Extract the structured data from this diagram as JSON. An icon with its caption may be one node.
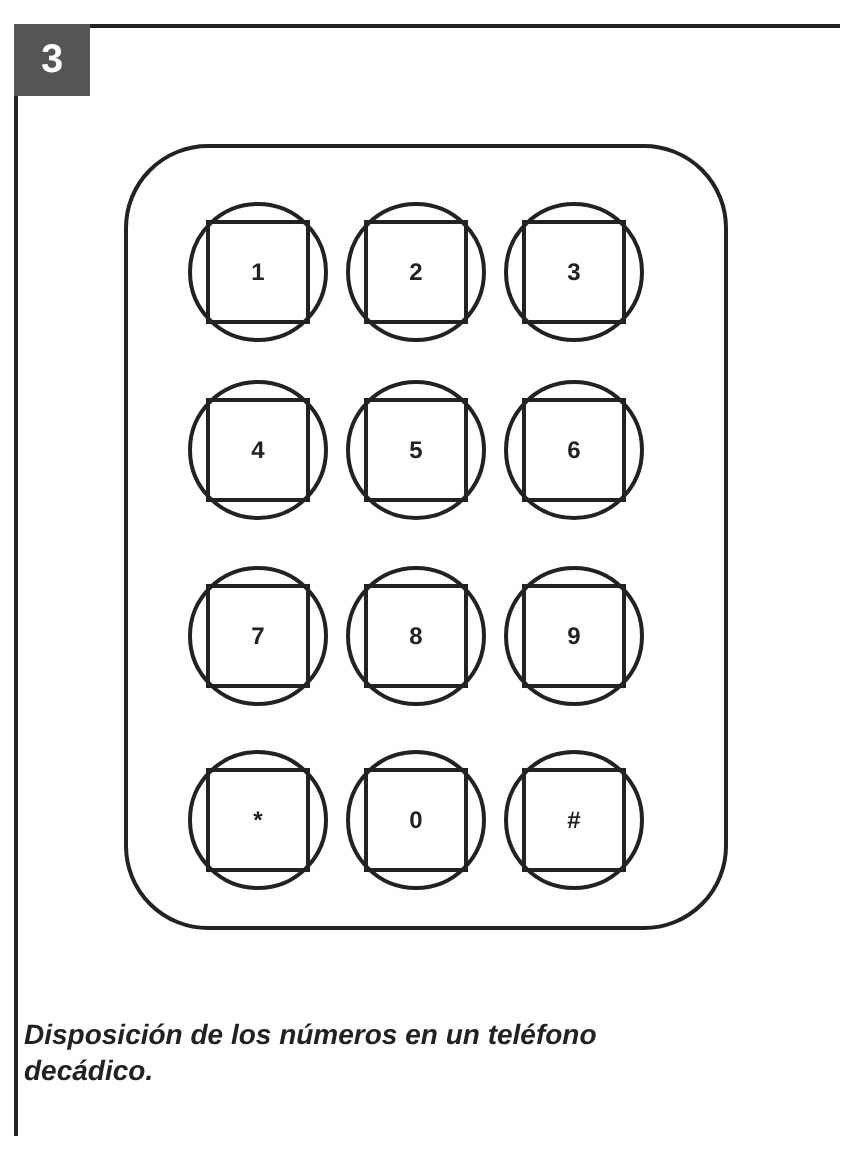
{
  "diagram": {
    "caption": "Disposición de los números en un teléfono decádico.",
    "nodes": [
      {
        "text": [],
        "shape": "box"
      },
      {
        "text": [
          "1"
        ],
        "in": 0
      },
      {
        "text": [
          "2"
        ],
        "in": 0
      },
      {
        "text": [
          "3"
        ],
        "in": 0
      },
      {
        "text": [
          "4"
        ],
        "in": 0
      },
      {
        "text": [
          "5"
        ],
        "in": 0
      },
      {
        "text": [
          "6"
        ],
        "in": 0
      },
      {
        "text": [
          "7"
        ],
        "in": 0
      },
      {
        "text": [
          "8"
        ],
        "in": 0
      },
      {
        "text": [
          "9"
        ],
        "in": 0
      },
      {
        "text": [
          "*"
        ],
        "in": 0
      },
      {
        "text": [
          "0"
        ],
        "in": 0
      },
      {
        "text": [
          "#"
        ],
        "in": 0
      }
    ],
    "edges": [],
    "labels": [
      "3"
    ]
  }
}
